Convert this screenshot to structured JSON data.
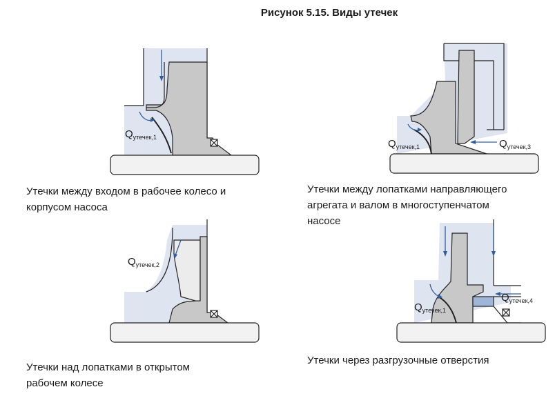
{
  "figure": {
    "title": "Рисунок 5.15. Виды утечек"
  },
  "panels": [
    {
      "caption_lines": [
        "Утечки между входом в рабочее колесо и",
        "корпусом насоса"
      ],
      "labels": [
        {
          "main": "Q",
          "sub": "утечек,1"
        }
      ]
    },
    {
      "caption_lines": [
        "Утечки между лопатками направляющего",
        "агрегата и валом в многоступенчатом",
        "насосе"
      ],
      "labels": [
        {
          "main": "Q",
          "sub": "утечек,1"
        },
        {
          "main": "Q",
          "sub": "утечек,3"
        }
      ]
    },
    {
      "caption_lines": [
        "Утечки над лопатками в открытом",
        "рабочем колесе"
      ],
      "labels": [
        {
          "main": "Q",
          "sub": "утечек,2"
        }
      ]
    },
    {
      "caption_lines": [
        "Утечки через разгрузочные отверстия"
      ],
      "labels": [
        {
          "main": "Q",
          "sub": "утечек,4"
        },
        {
          "main": "Q",
          "sub": "утечек,1"
        }
      ]
    }
  ],
  "colors": {
    "casing_fill": "#dfe4f1",
    "impeller_fill": "#c8c8c8",
    "shaft_fill": "#f2f2f2",
    "flow_arrow": "#2f5d9e",
    "outline": "#222222"
  }
}
